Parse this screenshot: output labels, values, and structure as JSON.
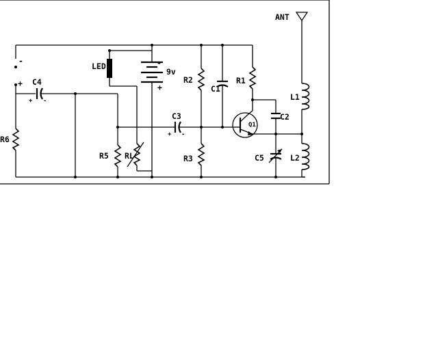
{
  "labels": {
    "ant": "ANT",
    "led": "LED",
    "battery": "9v",
    "bat_minus": "-",
    "bat_plus": "+",
    "r1": "R1",
    "r2": "R2",
    "r3": "R3",
    "r5": "R5",
    "r6": "R6",
    "rl": "RL",
    "c1": "C1",
    "c2": "C2",
    "c3": "C3",
    "c4": "C4",
    "c5": "C5",
    "l1": "L1",
    "l2": "L2",
    "q1": "Q1",
    "mic_minus": "-",
    "mic_plus": "+",
    "c4_plus": "+",
    "c4_minus": "-",
    "c3_plus": "+",
    "c3_minus": "-"
  }
}
